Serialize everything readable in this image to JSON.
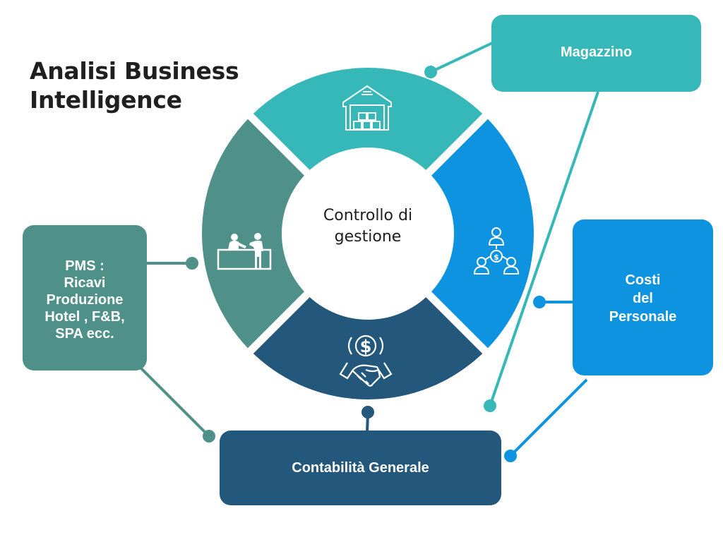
{
  "title": {
    "line1": "Analisi Business",
    "line2": "Intelligence"
  },
  "center": {
    "label": "Controllo di\ngestione"
  },
  "segments": [
    {
      "id": "magazzino",
      "icon": "warehouse-icon",
      "color": "#36b8b8"
    },
    {
      "id": "personale",
      "icon": "people-money-network-icon",
      "color": "#0e93e0"
    },
    {
      "id": "contabilita",
      "icon": "dollar-handshake-icon",
      "color": "#23577c"
    },
    {
      "id": "pms",
      "icon": "reception-desk-icon",
      "color": "#4f9189"
    }
  ],
  "boxes": {
    "magazzino": {
      "label": "Magazzino",
      "color": "#36b8b8"
    },
    "pms": {
      "label": "PMS :\nRicavi\nProduzione\nHotel , F&B,\nSPA ecc.",
      "color": "#4f9189"
    },
    "costi": {
      "label": "Costi\ndel\nPersonale",
      "color": "#0e93e0"
    },
    "contabilita": {
      "label": "Contabilità Generale",
      "color": "#23577c"
    }
  }
}
